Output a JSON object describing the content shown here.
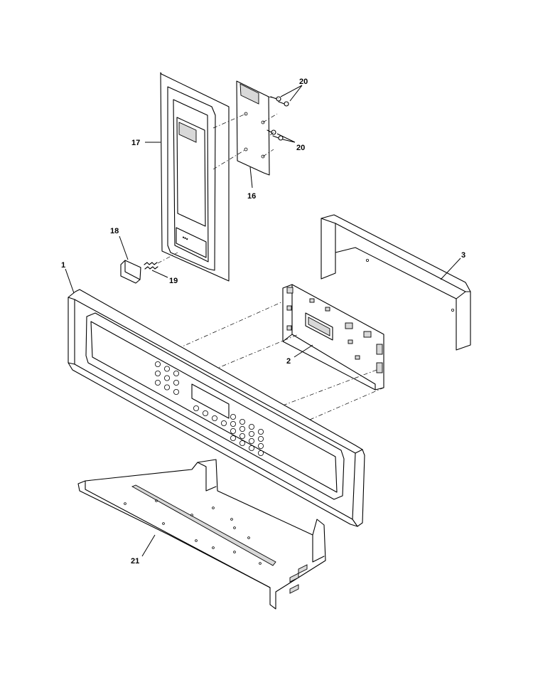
{
  "diagram": {
    "callouts": {
      "part_1": "1",
      "part_2": "2",
      "part_3": "3",
      "part_16": "16",
      "part_17": "17",
      "part_18": "18",
      "part_19": "19",
      "part_20_top": "20",
      "part_20_bottom": "20",
      "part_21": "21"
    },
    "colors": {
      "line": "#000000",
      "background": "#ffffff"
    }
  }
}
